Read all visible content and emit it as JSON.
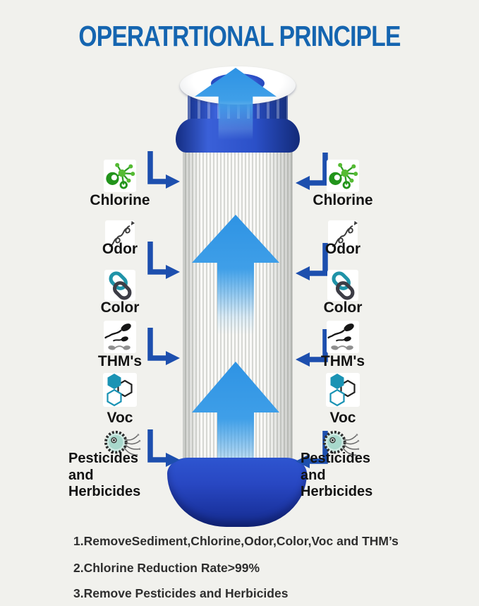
{
  "title": "OPERATRTIONAL PRINCIPLE",
  "contaminants": [
    {
      "label": "Chlorine",
      "icon": "molecule-icon"
    },
    {
      "label": "Odor",
      "icon": "odor-squiggle-icon"
    },
    {
      "label": "Color",
      "icon": "chain-link-icon"
    },
    {
      "label": "THM's",
      "icon": "thm-tadpole-icon"
    },
    {
      "label": "Voc",
      "icon": "voc-hexagons-icon"
    },
    {
      "label": "Pesticides and Herbicides",
      "icon": "microbe-icon"
    }
  ],
  "notes": [
    "1.RemoveSediment,Chlorine,Odor,Color,Voc and THM’s",
    "2.Chlorine Reduction Rate>99%",
    "3.Remove Pesticides and Herbicides"
  ],
  "colors": {
    "title_blue": "#1565b0",
    "cap_blue": "#2b50c8",
    "flow_arrow_blue": "#3f9fe8",
    "inflow_arrow_blue": "#1d4fae",
    "background": "#f1f1ed"
  }
}
